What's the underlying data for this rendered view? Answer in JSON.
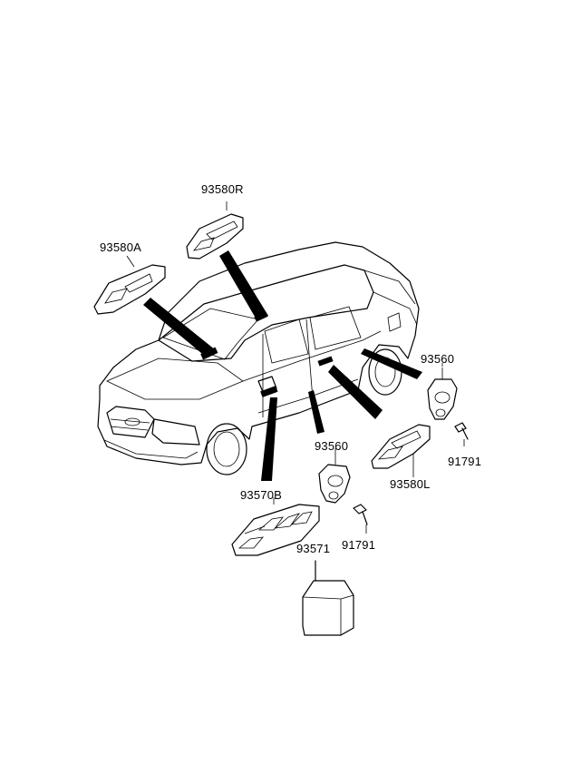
{
  "labels": {
    "p93580R": "93580R",
    "p93580A": "93580A",
    "p93560_rear": "93560",
    "p91791_rear": "91791",
    "p93580L": "93580L",
    "p93560_front": "93560",
    "p93570B": "93570B",
    "p91791_front": "91791",
    "p93571": "93571"
  }
}
